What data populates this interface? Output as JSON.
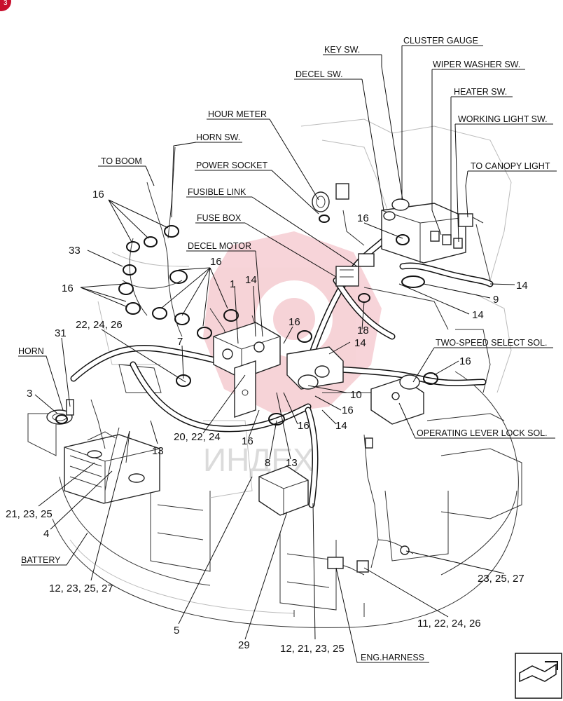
{
  "corner_badge": "3",
  "watermark": "ИНДЕХ",
  "labels": {
    "cluster_gauge": "CLUSTER GAUGE",
    "key_sw": "KEY SW.",
    "wiper_washer_sw": "WIPER WASHER SW.",
    "decel_sw": "DECEL SW.",
    "heater_sw": "HEATER SW.",
    "working_light_sw": "WORKING LIGHT SW.",
    "hour_meter": "HOUR METER",
    "horn_sw": "HORN SW.",
    "to_canopy_light": "TO CANOPY LIGHT",
    "to_boom": "TO BOOM",
    "power_socket": "POWER SOCKET",
    "fusible_link": "FUSIBLE LINK",
    "fuse_box": "FUSE BOX",
    "decel_motor": "DECEL MOTOR",
    "two_speed_select_sol": "TWO-SPEED SELECT SOL.",
    "horn": "HORN",
    "operating_lever_lock_sol": "OPERATING LEVER LOCK SOL.",
    "battery": "BATTERY",
    "eng_harness": "ENG.HARNESS"
  },
  "callouts": {
    "c16_left_top": "16",
    "c33": "33",
    "c16_left_mid": "16",
    "c16_center": "16",
    "c14_center": "14",
    "c1": "1",
    "c16_mid": "16",
    "c14_mid": "14",
    "c18": "18",
    "c16_top_right": "16",
    "c14_right": "14",
    "c9": "9",
    "c14_right_low": "14",
    "c16_right": "16",
    "c31": "31",
    "c22_24_26": "22, 24, 26",
    "c7": "7",
    "c10": "10",
    "c16_low": "16",
    "c14_low": "14",
    "c3": "3",
    "c16_bottom": "16",
    "c16_bottom_left": "16",
    "c13_left": "13",
    "c20_22_24": "20, 22, 24",
    "c8": "8",
    "c13_center": "13",
    "c21_23_25": "21, 23, 25",
    "c4": "4",
    "c12_23_25_27": "12, 23, 25, 27",
    "c23_25_27": "23, 25, 27",
    "c11_22_24_26": "11, 22, 24, 26",
    "c5": "5",
    "c29": "29",
    "c12_21_23_25": "12, 21, 23, 25"
  }
}
